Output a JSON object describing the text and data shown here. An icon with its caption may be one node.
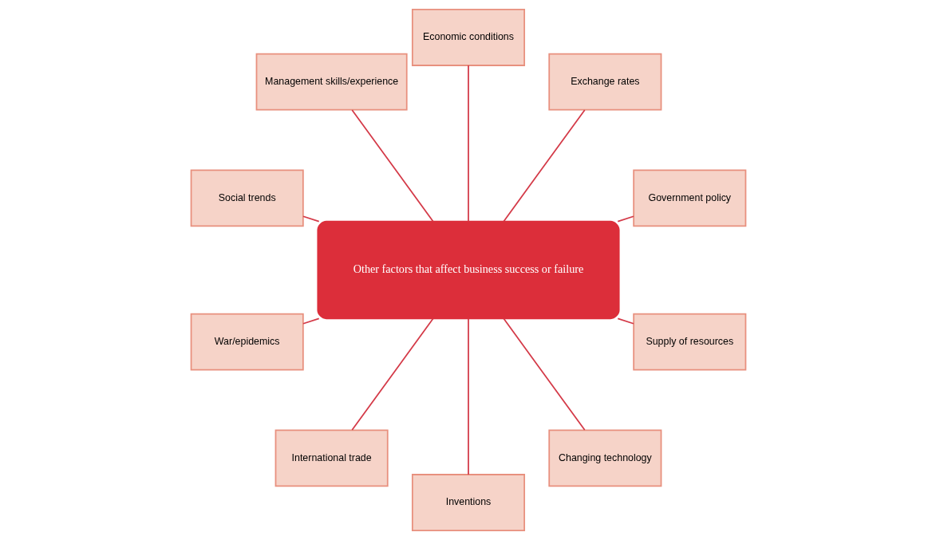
{
  "diagram": {
    "nodes": [
      {
        "text": [
          "Government policy"
        ]
      },
      {
        "text": [
          "Exchange rates"
        ]
      },
      {
        "text": [
          "Economic conditions"
        ]
      },
      {
        "text": [
          "Management skills/experience"
        ]
      },
      {
        "text": [
          "Social trends"
        ]
      },
      {
        "text": [
          "War/epidemics"
        ]
      },
      {
        "text": [
          "Other factors that affect business success or failure"
        ]
      },
      {
        "text": [
          "International trade"
        ]
      },
      {
        "text": [
          "Inventions"
        ]
      },
      {
        "text": [
          "Changing technology"
        ]
      },
      {
        "text": [
          "Supply of resources"
        ]
      }
    ],
    "edges": [
      {
        "from": 0,
        "to": 6,
        "arrow": "none"
      },
      {
        "from": 1,
        "to": 6,
        "arrow": "none"
      },
      {
        "from": 2,
        "to": 6,
        "arrow": "none"
      },
      {
        "from": 3,
        "to": 6,
        "arrow": "none"
      },
      {
        "from": 4,
        "to": 6,
        "arrow": "none"
      },
      {
        "from": 5,
        "to": 6,
        "arrow": "none"
      },
      {
        "from": 7,
        "to": 6,
        "arrow": "none"
      },
      {
        "from": 8,
        "to": 6,
        "arrow": "none"
      },
      {
        "from": 9,
        "to": 6,
        "arrow": "none"
      },
      {
        "from": 10,
        "to": 6,
        "arrow": "none"
      }
    ]
  }
}
